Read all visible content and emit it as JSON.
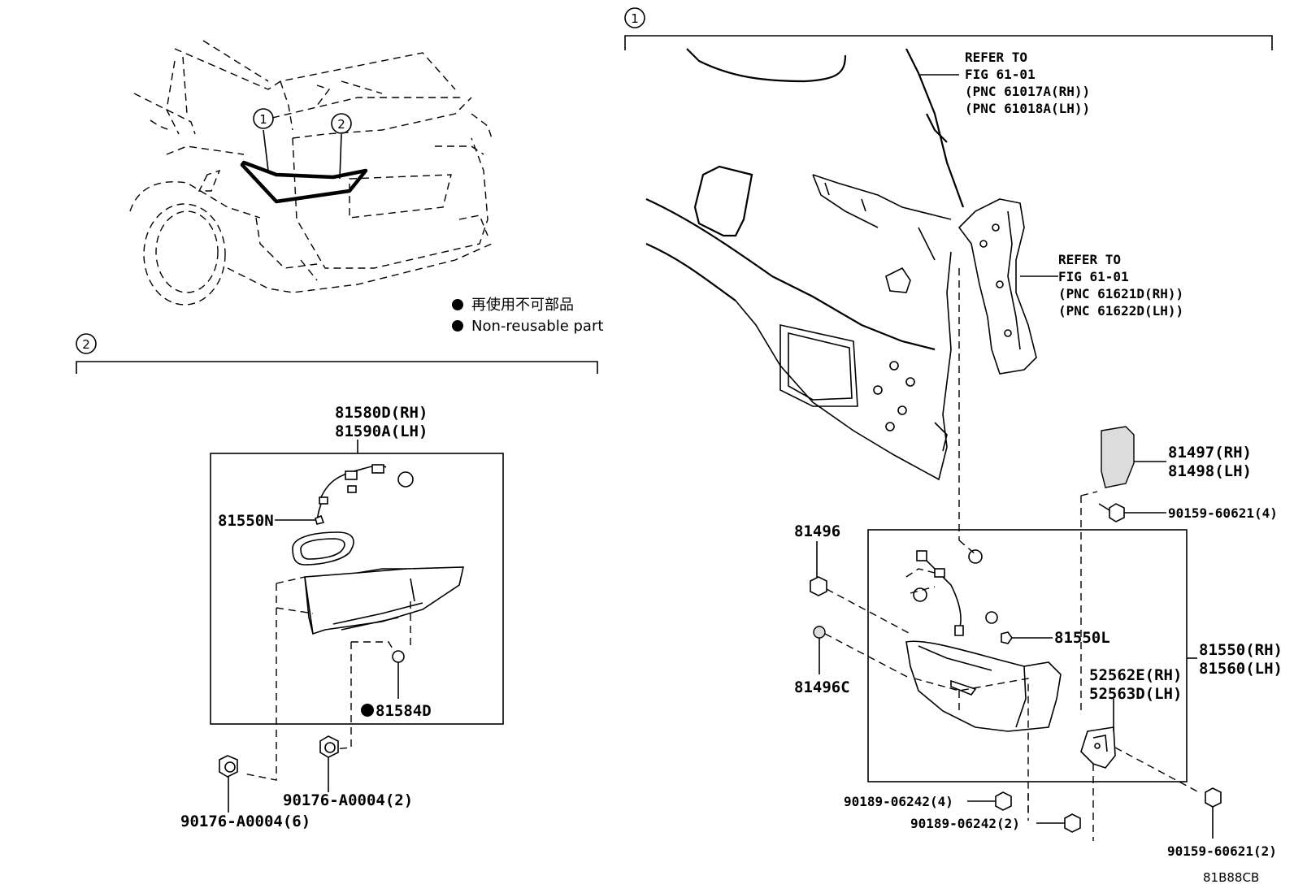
{
  "diagram_code": "81B88CB",
  "legend": {
    "jp_text": "再使用不可部品",
    "en_text": "Non-reusable part"
  },
  "callouts": {
    "one": "1",
    "two": "2"
  },
  "refer_upper": {
    "line1": "REFER TO",
    "line2": "FIG 61-01",
    "line3": "(PNC 61017A(RH))",
    "line4": "(PNC 61018A(LH))"
  },
  "refer_lower": {
    "line1": "REFER TO",
    "line2": "FIG 61-01",
    "line3": "(PNC 61621D(RH))",
    "line4": "(PNC 61622D(LH))"
  },
  "section2_parts": {
    "assy_rh": "81580D(RH)",
    "assy_lh": "81590A(LH)",
    "socket": "81550N",
    "gasket": "81584D",
    "screw_a": "90176-A0004(2)",
    "screw_b": "90176-A0004(6)"
  },
  "section1_parts": {
    "p81496": "81496",
    "p81496c": "81496C",
    "p81497_rh": "81497(RH)",
    "p81498_lh": "81498(LH)",
    "bolt_top": "90159-60621(4)",
    "socket": "81550L",
    "lamp_rh": "81550(RH)",
    "lamp_lh": "81560(LH)",
    "bracket_rh": "52562E(RH)",
    "bracket_lh": "52563D(LH)",
    "bolt_bottom": "90159-60621(2)",
    "nut_4": "90189-06242(4)",
    "nut_2": "90189-06242(2)"
  }
}
